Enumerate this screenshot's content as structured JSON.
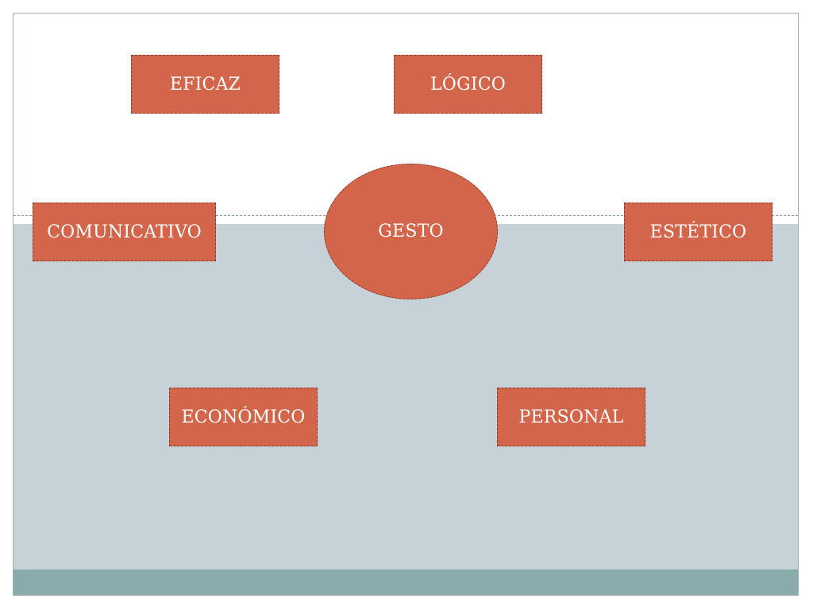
{
  "diagram": {
    "center": {
      "label": "GESTO"
    },
    "nodes": [
      {
        "id": "eficaz",
        "label": "EFICAZ"
      },
      {
        "id": "logico",
        "label": "LÓGICO"
      },
      {
        "id": "comunicativo",
        "label": "COMUNICATIVO"
      },
      {
        "id": "estetico",
        "label": "ESTÉTICO"
      },
      {
        "id": "economico",
        "label": "ECONÓMICO"
      },
      {
        "id": "personal",
        "label": "PERSONAL"
      }
    ]
  },
  "colors": {
    "node_fill": "#d2654a",
    "node_border": "#8c3a28",
    "lower_band": "#c6d2d8",
    "footer_band": "#8aabab",
    "text": "#ffffff"
  }
}
